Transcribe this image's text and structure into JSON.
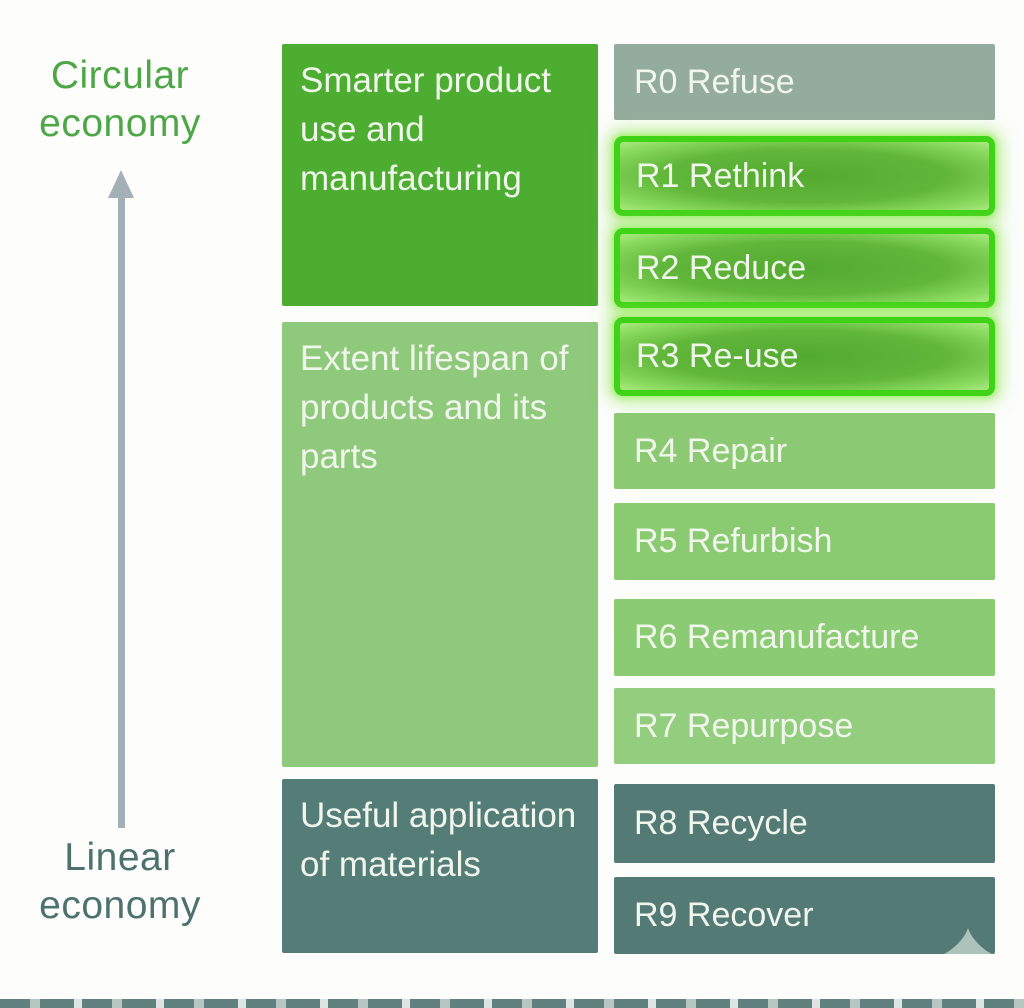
{
  "title": "Circular economy R-ladder diagram",
  "theme": {
    "page_bg": "#fdfdfc",
    "arrow_color": "#a3b1b6",
    "circular_text": "#4ea746",
    "linear_text": "#4d716d",
    "box_text": "#f1f6ec",
    "group1_bg": "#4cad31",
    "group2_bg": "#8fc97c",
    "group3_bg": "#557d78",
    "hl_border": "#3ed317",
    "hl_inner_center": "#53aa30",
    "hl_inner_edge": "#8cdc61",
    "footer_strip": "#4f7370",
    "corner_glyph": "#c3d6cd"
  },
  "axis": {
    "top_label": "Circular economy",
    "bottom_label": "Linear economy"
  },
  "groups": [
    {
      "label": "Smarter product use and manufacturing",
      "bg": "#4cad31"
    },
    {
      "label": "Extent lifespan of products and its parts",
      "bg": "#8fc97c"
    },
    {
      "label": "Useful application of materials",
      "bg": "#557d78"
    }
  ],
  "ladder": {
    "rows": [
      {
        "label": "R0 Refuse",
        "bg": "#94ac9d",
        "highlighted": false
      },
      {
        "label": "R1 Rethink",
        "highlighted": true
      },
      {
        "label": "R2 Reduce",
        "highlighted": true
      },
      {
        "label": "R3 Re-use",
        "highlighted": true
      },
      {
        "label": "R4 Repair",
        "bg": "#8bca73",
        "highlighted": false
      },
      {
        "label": "R5 Refurbish",
        "bg": "#8acb72",
        "highlighted": false
      },
      {
        "label": "R6 Remanufacture",
        "bg": "#8bcb73",
        "highlighted": false
      },
      {
        "label": "R7 Repurpose",
        "bg": "#92ce7e",
        "highlighted": false
      },
      {
        "label": "R8 Recycle",
        "bg": "#547a76",
        "highlighted": false
      },
      {
        "label": "R9 Recover",
        "bg": "#547a76",
        "highlighted": false
      }
    ]
  }
}
